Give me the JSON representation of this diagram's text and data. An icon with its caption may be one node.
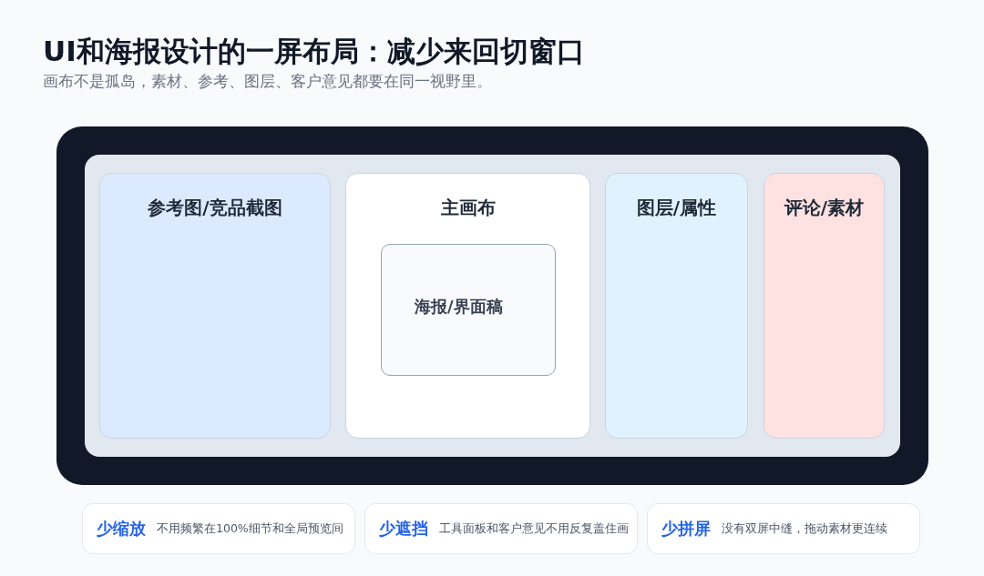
{
  "diagram": {
    "title": "UI和海报设计的一屏布局：减少来回切窗口",
    "nodes": [
      {
        "text": [],
        "shape": "box"
      },
      {
        "text": [],
        "shape": "box",
        "in": 0
      },
      {
        "text": [
          "参考图/竞品截图"
        ],
        "in": 1
      },
      {
        "text": [
          "主画布"
        ],
        "in": 1
      },
      {
        "text": [
          "海报/界面稿"
        ],
        "in": 3
      },
      {
        "text": [
          "图层/属性"
        ],
        "in": 1
      },
      {
        "text": [
          "评论/素材"
        ],
        "in": 1
      },
      {
        "text": [
          "少缩放",
          "不用频繁在100%细节和全局预览间"
        ]
      },
      {
        "text": [
          "少遮挡",
          "工具面板和客户意见不用反复盖住画"
        ]
      },
      {
        "text": [
          "少拼屏",
          "没有双屏中缝，拖动素材更连续"
        ]
      }
    ],
    "labels": [
      "画布不是孤岛，素材、参考、图层、客户意见都要在同一视野里。"
    ]
  }
}
